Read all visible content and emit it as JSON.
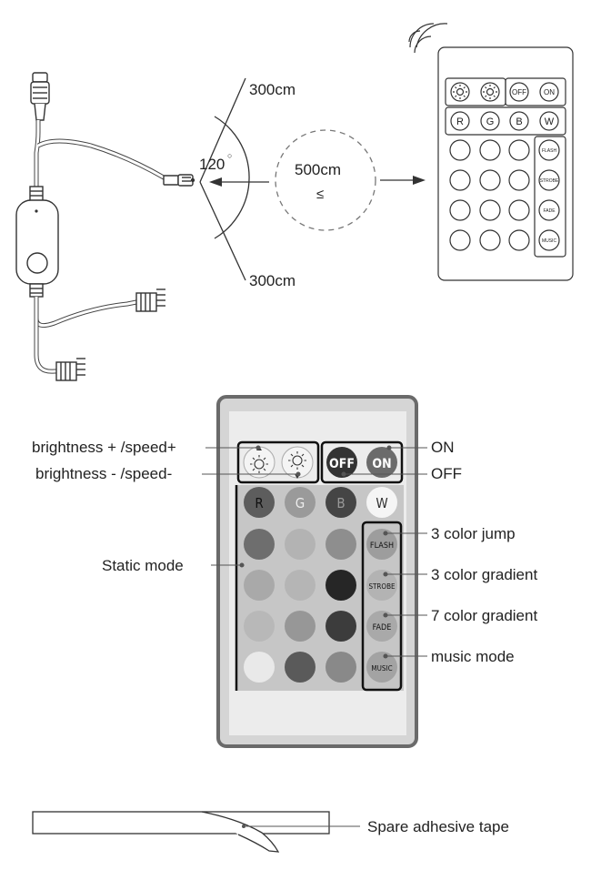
{
  "range": {
    "top_distance": "300cm",
    "bottom_distance": "300cm",
    "angle": "120",
    "degree_symbol": "○",
    "center_distance": "500cm",
    "center_symbol": "≤"
  },
  "small_remote": {
    "buttons": {
      "off": "OFF",
      "on": "ON",
      "r": "R",
      "g": "G",
      "b": "B",
      "w": "W",
      "flash": "FLASH",
      "strobe": "STROBE",
      "fade": "FADE",
      "music": "MUSIC"
    }
  },
  "big_remote": {
    "buttons": {
      "off": "OFF",
      "on": "ON",
      "r": "R",
      "g": "G",
      "b": "B",
      "w": "W",
      "flash": "FLASH",
      "strobe": "STROBE",
      "fade": "FADE",
      "music": "MUSIC"
    },
    "labels": {
      "brightness_up": "brightness + /speed+",
      "brightness_down": "brightness - /speed-",
      "static_mode": "Static mode",
      "on": "ON",
      "off": "OFF",
      "flash": "3 color jump",
      "strobe": "3 color gradient",
      "fade": "7 color gradient",
      "music": "music mode"
    },
    "colors": {
      "row1": [
        "#6e6e6e",
        "#b3b3b3",
        "#8e8e8e"
      ],
      "row2": [
        "#a9a9a9",
        "#b5b5b5",
        "#262626"
      ],
      "row3": [
        "#b8b8b8",
        "#979797",
        "#3c3c3c"
      ],
      "row4": [
        "#e9e9e9",
        "#5a5a5a",
        "#898989"
      ]
    }
  },
  "tape": {
    "label": "Spare adhesive tape"
  }
}
